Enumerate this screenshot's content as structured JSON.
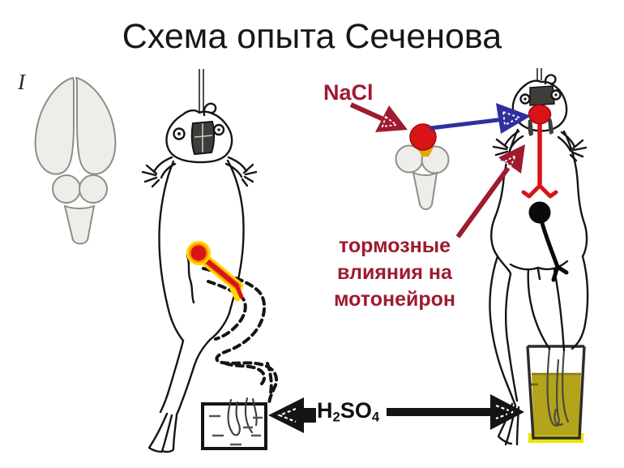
{
  "title": "Схема опыта Сеченова",
  "labels": {
    "figure_numeral": "I",
    "nacl": "NaCl",
    "inhibitory_line1": "тормозные",
    "inhibitory_line2": "влияния на",
    "inhibitory_line3": "мотонейрон",
    "acid_h": "H",
    "acid_sub1": "2",
    "acid_so": "SO",
    "acid_sub2": "4"
  },
  "figures": {
    "left_panel": "intact-frog-brain-drawing",
    "left_frog": "suspended-frog-with-reflex-leg",
    "middle_brain": "transected-brain-with-nacl-crystal",
    "right_frog": "suspended-frog-with-inhibited-motoneuron",
    "left_vessel": "water-dish",
    "right_vessel": "acid-beaker"
  },
  "colors": {
    "red": "#d81417",
    "crimson": "#9e1b30",
    "blue": "#2f2f9d",
    "yellow": "#ffd800",
    "orange": "#ff9000",
    "acid_liquid": "#b3a41c",
    "acid_liquid_bright": "#e8e400",
    "black": "#111111",
    "brain_fill": "#efede9"
  }
}
